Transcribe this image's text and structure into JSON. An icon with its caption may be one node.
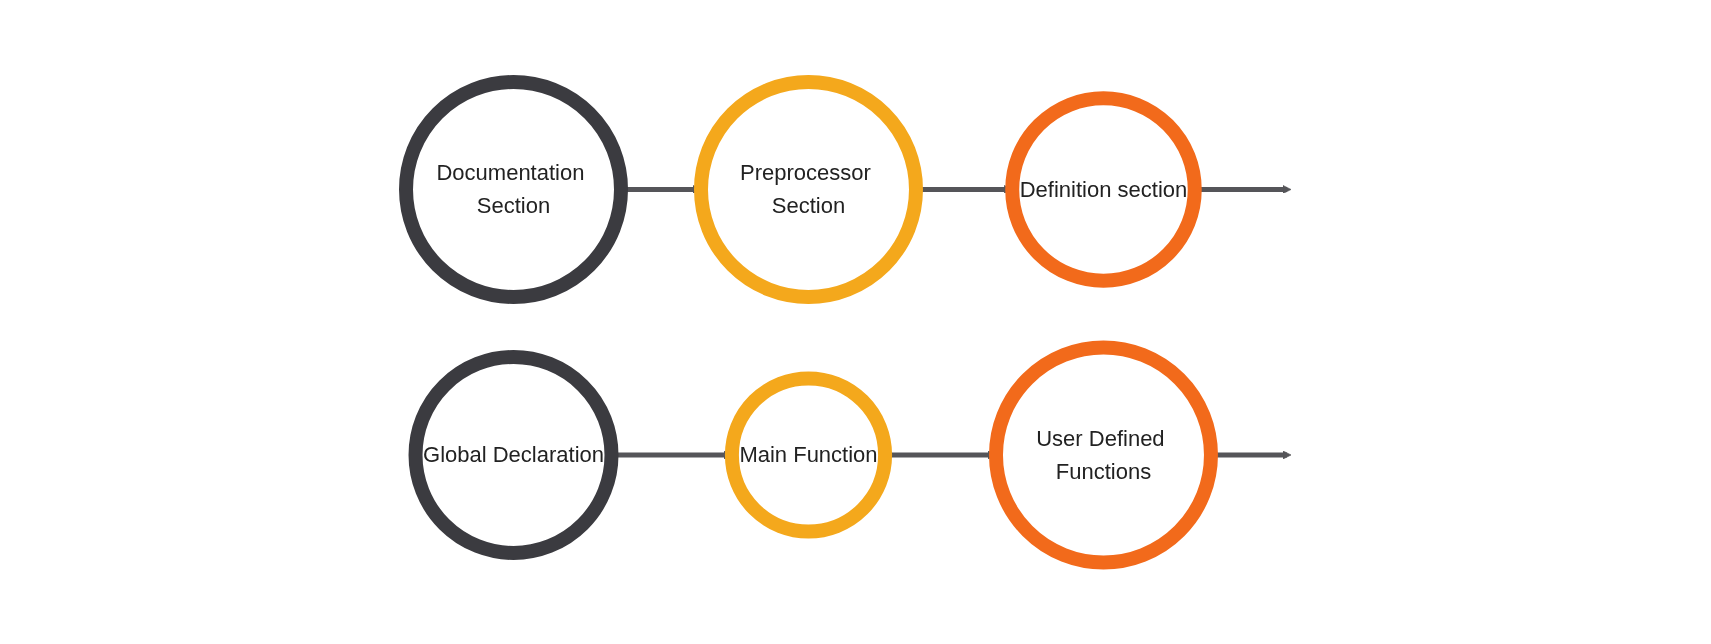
{
  "diagram": {
    "nodes": [
      {
        "text": [
          "Documentation Section"
        ]
      },
      {
        "text": [
          "Preprocessor Section"
        ]
      },
      {
        "text": [
          "Definition section"
        ]
      },
      {
        "text": [
          "Global Declaration"
        ]
      },
      {
        "text": [
          "Main Function"
        ]
      },
      {
        "text": [
          "User Defined Functions"
        ]
      }
    ],
    "edges": [
      {
        "from": 0,
        "to": 1,
        "arrow": "to"
      },
      {
        "from": 1,
        "to": 2,
        "arrow": "to"
      },
      {
        "from": 2,
        "to": null,
        "arrow": "to"
      },
      {
        "from": 3,
        "to": 4,
        "arrow": "to"
      },
      {
        "from": 4,
        "to": 5,
        "arrow": "to"
      },
      {
        "from": 5,
        "to": null,
        "arrow": "to"
      }
    ]
  }
}
